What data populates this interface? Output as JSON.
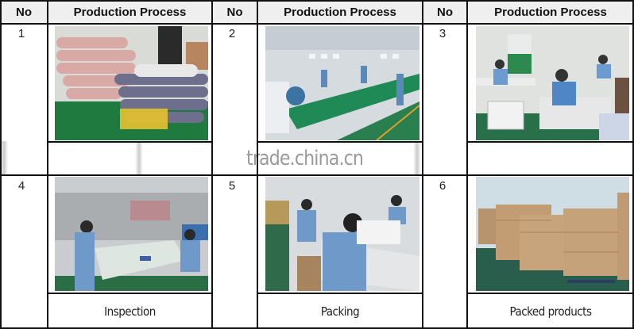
{
  "table": {
    "headers": [
      {
        "no": "No",
        "process": "Production Process"
      },
      {
        "no": "No",
        "process": "Production Process"
      },
      {
        "no": "No",
        "process": "Production Process"
      }
    ],
    "rows": [
      [
        {
          "no": "1",
          "image": "fabric-rolls-on-pallets-photo",
          "caption": ""
        },
        {
          "no": "2",
          "image": "fabric-cutting-tables-photo",
          "caption": ""
        },
        {
          "no": "3",
          "image": "sewing-workshop-photo",
          "caption": ""
        }
      ],
      [
        {
          "no": "4",
          "image": "inspection-workers-photo",
          "caption": "Inspection"
        },
        {
          "no": "5",
          "image": "packing-workers-photo",
          "caption": "Packing"
        },
        {
          "no": "6",
          "image": "stacked-cartons-photo",
          "caption": "Packed products"
        }
      ]
    ]
  },
  "watermark": "trade.china.cn",
  "colors": {
    "header_bg": "#efefef",
    "border": "#111111",
    "factory_floor": "#1f6b3a"
  }
}
